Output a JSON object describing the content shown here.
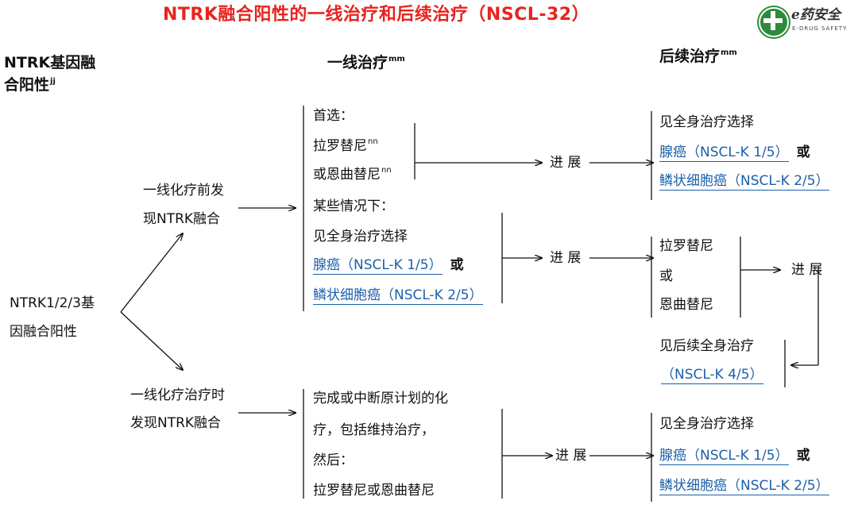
{
  "title": "NTRK融合阳性的一线治疗和后续治疗（NSCL-32）",
  "logo": {
    "name": "e药安全",
    "subtitle": "E-DRUG SAFETY",
    "color": "#2e8b3a"
  },
  "headers": {
    "col1": {
      "line1": "NTRK基因融",
      "line2": "合阳性",
      "sup": "jj"
    },
    "col2": {
      "text": "一线治疗",
      "sup": "mm"
    },
    "col3": {
      "text": "后续治疗",
      "sup": "mm"
    }
  },
  "root": {
    "line1": "NTRK1/2/3基",
    "line2": "因融合阳性"
  },
  "branch_before": {
    "line1": "一线化疗前发",
    "line2": "现NTRK融合"
  },
  "branch_during": {
    "line1": "一线化疗治疗时",
    "line2": "发现NTRK融合"
  },
  "preferred": {
    "label": "首选：",
    "drug1": "拉罗替尼",
    "drug1_sup": "nn",
    "drug2": "或恩曲替尼",
    "drug2_sup": "nn"
  },
  "some_cases": {
    "label": "某些情况下：",
    "line": "见全身治疗选择",
    "link1": "腺癌（NSCL-K  1/5）",
    "or": "或",
    "link2": "鳞状细胞癌（NSCL-K  2/5）"
  },
  "completed": {
    "line1": "完成或中断原计划的化",
    "line2": "疗，包括维持治疗，",
    "line3": "然后：",
    "line4": "拉罗替尼或恩曲替尼"
  },
  "progress_label": "进 展",
  "progress_label_wide": "进  展",
  "sub_top": {
    "line": "见全身治疗选择",
    "link1": "腺癌（NSCL-K  1/5）",
    "or": "或",
    "link2": "鳞状细胞癌（NSCL-K  2/5）"
  },
  "sub_mid": {
    "line1": "拉罗替尼",
    "line2": "或",
    "line3": "恩曲替尼"
  },
  "sub_later": {
    "line": "见后续全身治疗",
    "link": "（NSCL-K  4/5）"
  },
  "sub_bottom": {
    "line": "见全身治疗选择",
    "link1": "腺癌（NSCL-K  1/5）",
    "or": "或",
    "link2": "鳞状细胞癌（NSCL-K  2/5）"
  },
  "colors": {
    "title": "#e8231e",
    "link": "#1d5fa8",
    "line": "#111111"
  }
}
